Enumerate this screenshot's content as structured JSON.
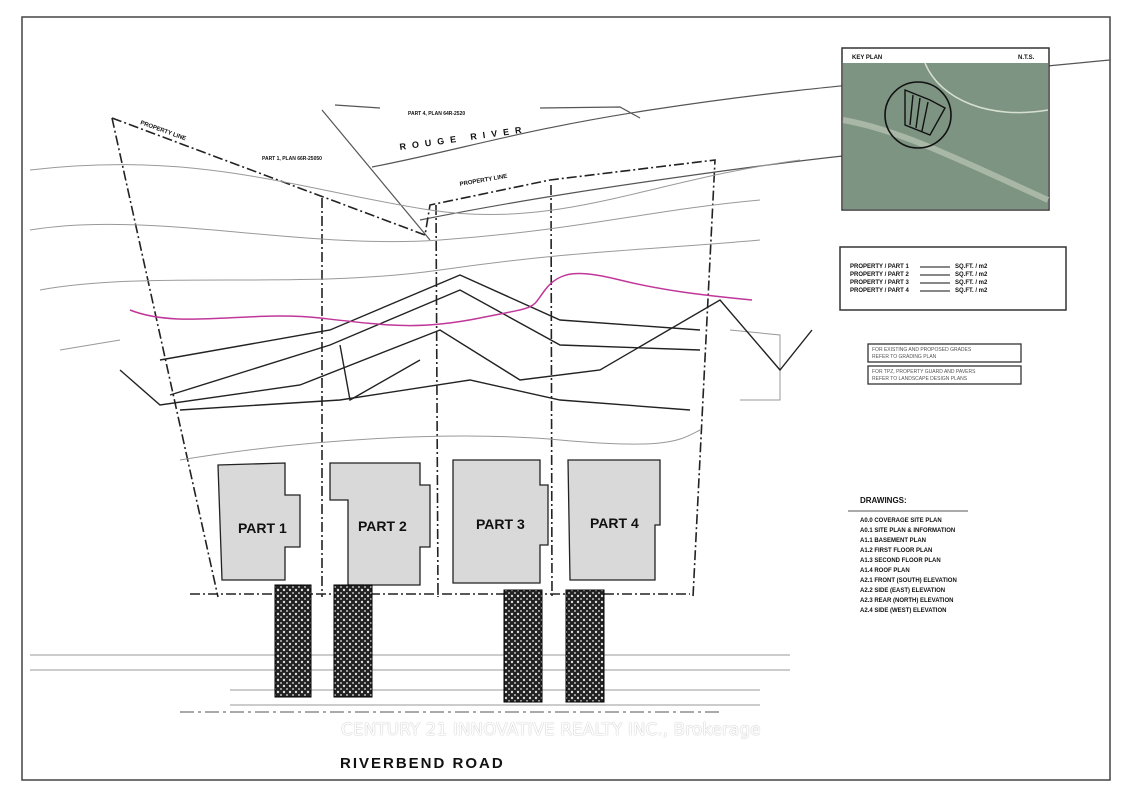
{
  "key_plan": {
    "title": "KEY PLAN",
    "scale": "N.T.S."
  },
  "river": {
    "label": "ROUGE RIVER",
    "plan_ref_1": "PART 4, PLAN 64R-2520",
    "plan_ref_2": "PART 1, PLAN 66R-25050"
  },
  "property_line_label": "PROPERTY LINE",
  "parts": [
    {
      "label": "PART 1"
    },
    {
      "label": "PART 2"
    },
    {
      "label": "PART 3"
    },
    {
      "label": "PART 4"
    }
  ],
  "area_table": {
    "rows": [
      {
        "label": "PROPERTY / PART 1",
        "value": "SQ.FT. / m2"
      },
      {
        "label": "PROPERTY / PART 2",
        "value": "SQ.FT. / m2"
      },
      {
        "label": "PROPERTY / PART 3",
        "value": "SQ.FT. / m2"
      },
      {
        "label": "PROPERTY / PART 4",
        "value": "SQ.FT. / m2"
      }
    ]
  },
  "notes": [
    {
      "line1": "FOR EXISTING AND PROPOSED GRADES",
      "line2": "REFER TO GRADING PLAN"
    },
    {
      "line1": "FOR TPZ, PROPERTY GUARD AND PAVERS",
      "line2": "REFER TO LANDSCAPE DESIGN PLANS"
    }
  ],
  "drawings": {
    "title": "DRAWINGS:",
    "items": [
      "A0.0 COVERAGE SITE PLAN",
      "A0.1 SITE PLAN & INFORMATION",
      "A1.1 BASEMENT PLAN",
      "A1.2 FIRST FLOOR PLAN",
      "A1.3 SECOND FLOOR PLAN",
      "A1.4 ROOF PLAN",
      "A2.1 FRONT (SOUTH) ELEVATION",
      "A2.2 SIDE (EAST) ELEVATION",
      "A2.3 REAR (NORTH) ELEVATION",
      "A2.4 SIDE (WEST) ELEVATION"
    ]
  },
  "road_name": "RIVERBEND ROAD",
  "watermark": "CENTURY 21 INNOVATIVE REALTY INC., Brokerage",
  "colors": {
    "tree_line": "#c0379a",
    "keyplan_aerial": "#7e9482",
    "driveway": "#333333",
    "building": "#d9d9d9"
  }
}
